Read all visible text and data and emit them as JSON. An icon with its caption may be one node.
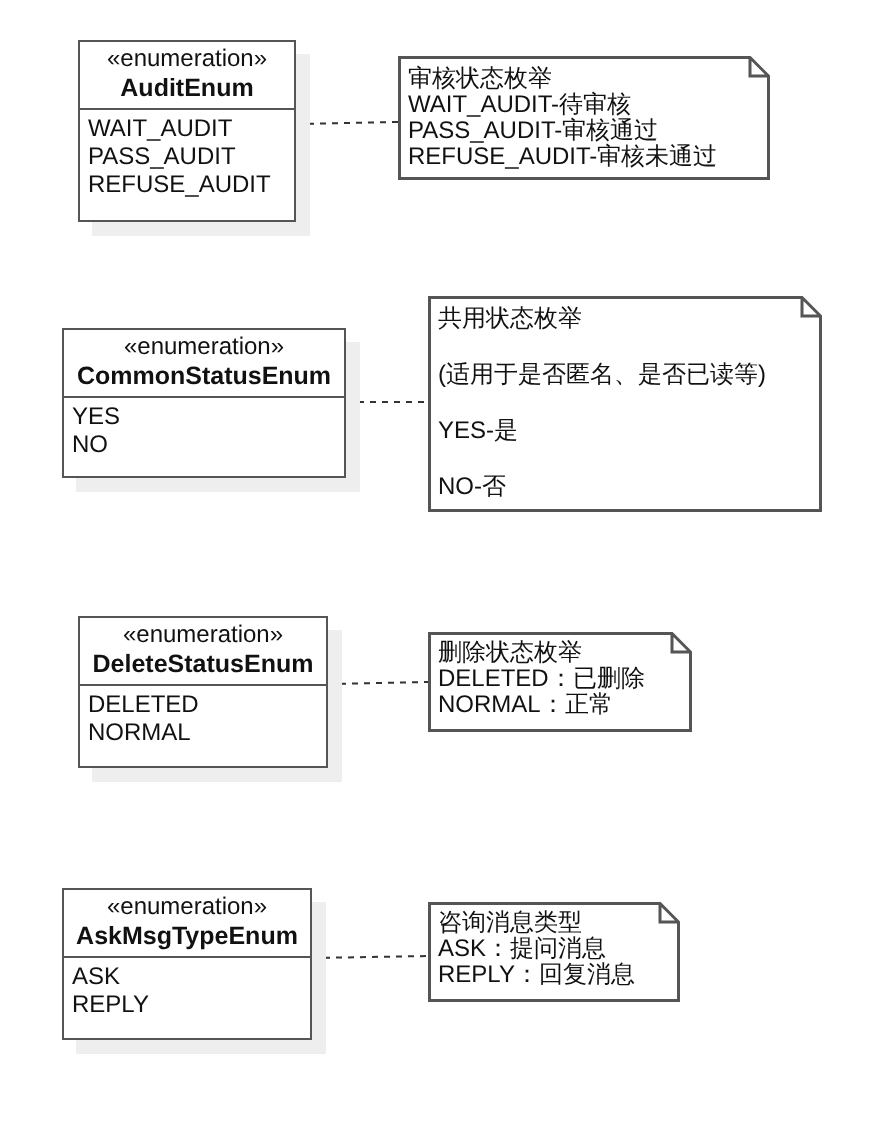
{
  "diagram": {
    "nodes": [
      {
        "text": [
          "«enumeration»",
          "AuditEnum",
          "WAIT_AUDIT",
          "PASS_AUDIT",
          "REFUSE_AUDIT"
        ]
      },
      {
        "text": [
          "审核状态枚举",
          "WAIT_AUDIT-待审核",
          "PASS_AUDIT-审核通过",
          "REFUSE_AUDIT-审核未通过"
        ]
      },
      {
        "text": [
          "«enumeration»",
          "CommonStatusEnum",
          "YES",
          "NO"
        ]
      },
      {
        "text": [
          "共用状态枚举",
          "(适用于是否匿名、是否已读等)",
          "YES-是",
          "NO-否"
        ]
      },
      {
        "text": [
          "«enumeration»",
          "DeleteStatusEnum",
          "DELETED",
          "NORMAL"
        ]
      },
      {
        "text": [
          "删除状态枚举",
          "DELETED：已删除",
          "NORMAL：正常"
        ]
      },
      {
        "text": [
          "«enumeration»",
          "AskMsgTypeEnum",
          "ASK",
          "REPLY"
        ]
      },
      {
        "text": [
          "咨询消息类型",
          "ASK：提问消息",
          "REPLY：回复消息"
        ]
      }
    ],
    "edges": [
      {
        "from": 0,
        "to": 1,
        "arrow": "none",
        "style": "dashed"
      },
      {
        "from": 2,
        "to": 3,
        "arrow": "none",
        "style": "dashed"
      },
      {
        "from": 4,
        "to": 5,
        "arrow": "none",
        "style": "dashed"
      },
      {
        "from": 6,
        "to": 7,
        "arrow": "none",
        "style": "dashed"
      }
    ]
  }
}
